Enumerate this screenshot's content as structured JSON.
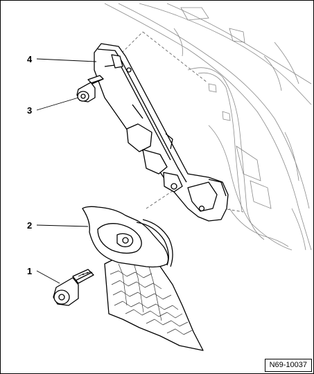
{
  "callouts": {
    "c1": "1",
    "c2": "2",
    "c3": "3",
    "c4": "4"
  },
  "reference": "N69-10037",
  "parts": {
    "p1": "bolt-icon",
    "p2": "belt-buckle-tongue-icon",
    "p3": "bolt-icon",
    "p4": "slide-rail-icon"
  }
}
